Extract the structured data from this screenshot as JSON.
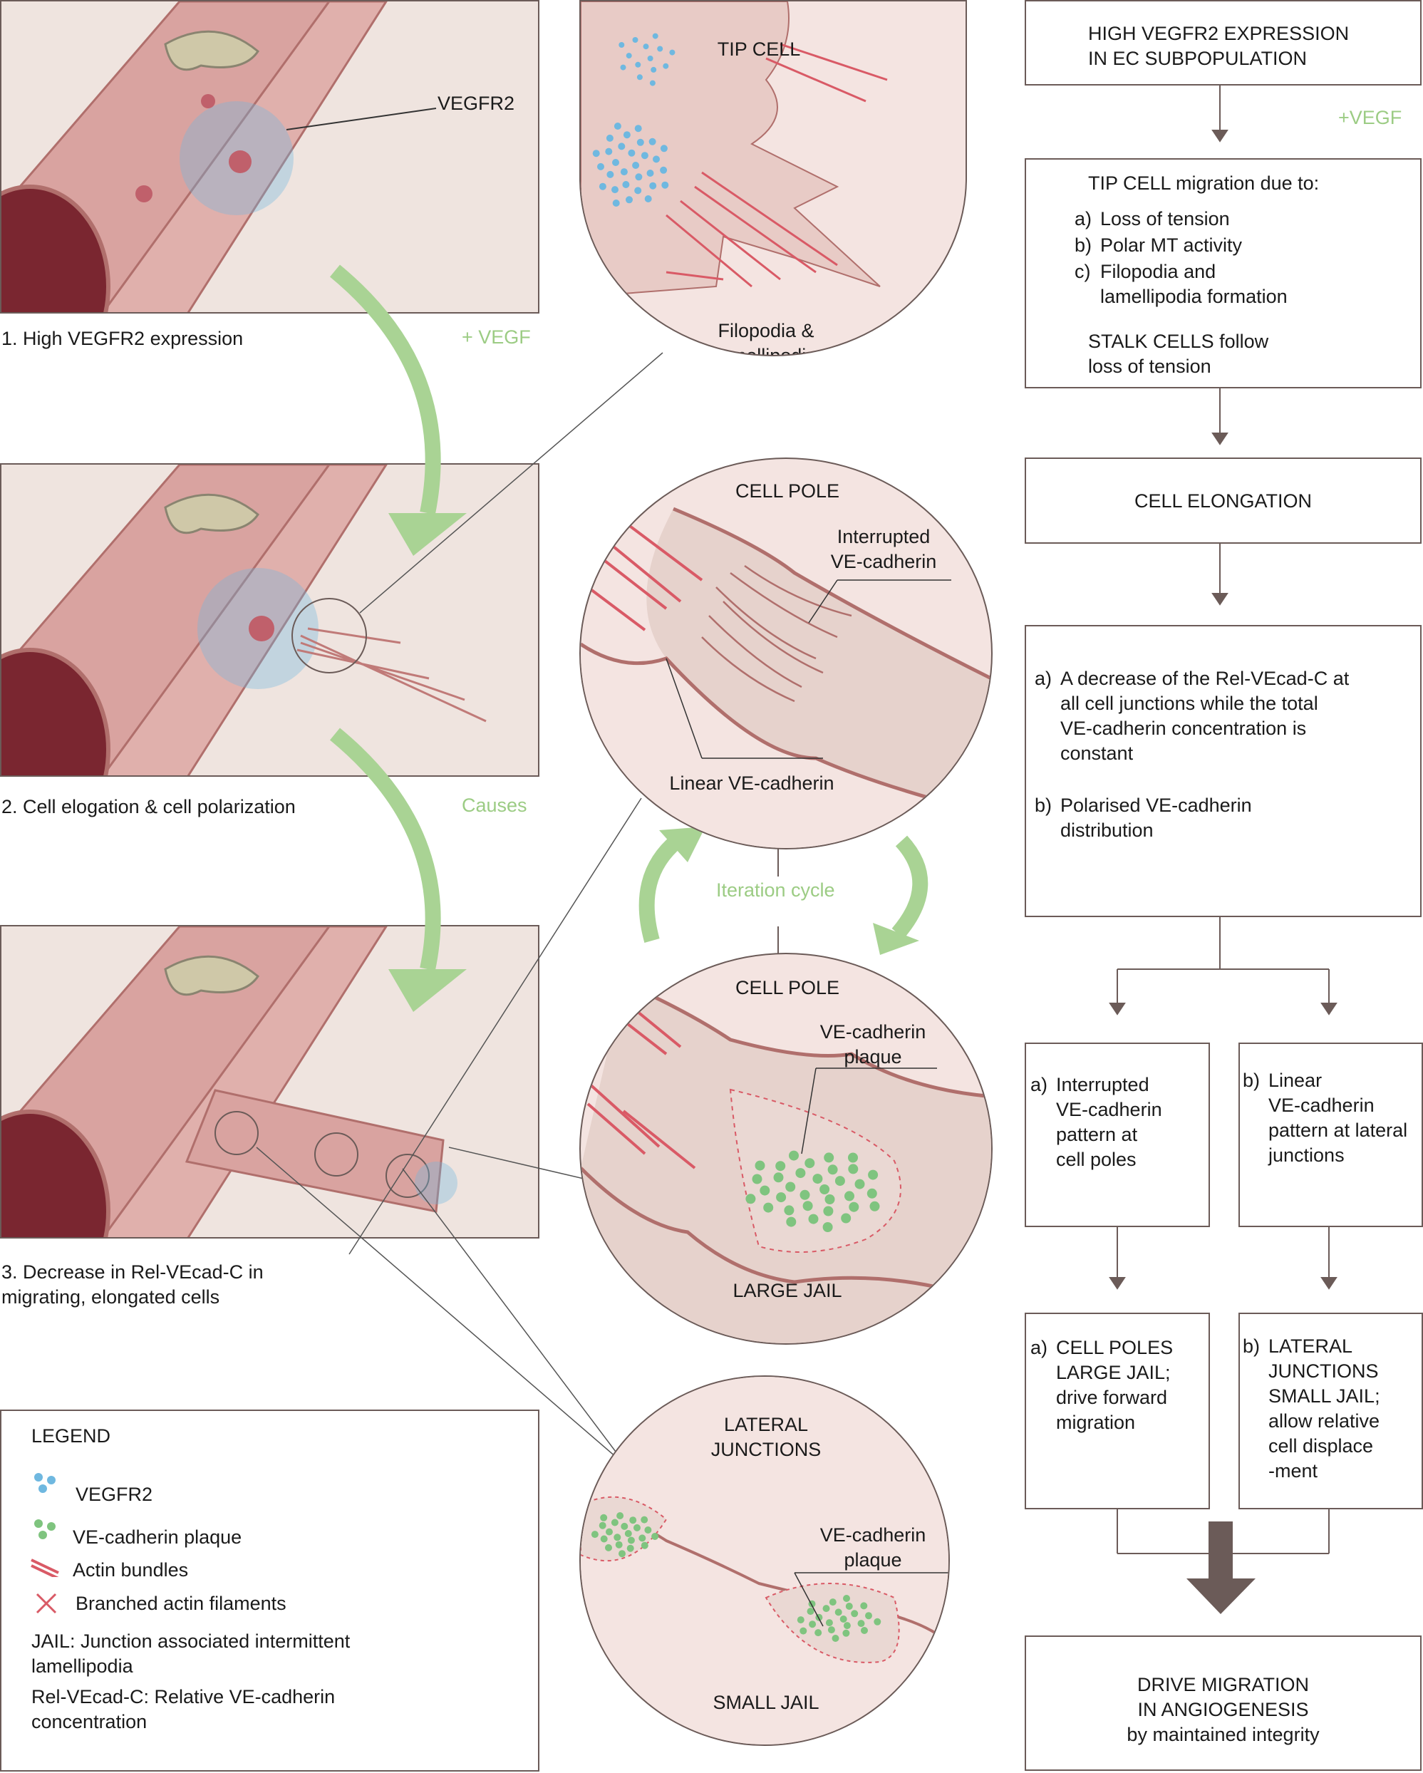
{
  "colors": {
    "vessel": "#d9a3a0",
    "vessel_dark": "#b06f6c",
    "panel_bg": "#efe4df",
    "vegfr2": "#6fb8e0",
    "plaque": "#7fc47f",
    "actin": "#d95a66",
    "arrow_green": "#a9d394",
    "flow_arrow": "#6b5b58",
    "pericyte": "#cfc8a8"
  },
  "left": {
    "panel1_caption": "1. High VEGFR2 expression",
    "panel1_label": "VEGFR2",
    "panel2_caption": "2. Cell elogation & cell polarization",
    "panel3_caption": "3. Decrease in Rel-VEcad-C in\n   migrating, elongated cells",
    "arrow1_label": "+ VEGF",
    "arrow2_label": "Causes"
  },
  "circles": {
    "tip": {
      "title": "TIP CELL",
      "caption": "Filopodia &\nlamellipodia"
    },
    "pole1": {
      "title": "CELL POLE",
      "label_interrupted": "Interrupted\nVE-cadherin",
      "label_linear": "Linear VE-cadherin"
    },
    "iteration": "Iteration cycle",
    "pole2": {
      "title": "CELL POLE",
      "label_plaque": "VE-cadherin\nplaque",
      "caption": "LARGE JAIL"
    },
    "lateral": {
      "title": "LATERAL\nJUNCTIONS",
      "label_plaque": "VE-cadherin\nplaque",
      "caption": "SMALL JAIL"
    }
  },
  "legend": {
    "title": "LEGEND",
    "items": [
      {
        "icon": "vegfr2-dots-icon",
        "label": "VEGFR2"
      },
      {
        "icon": "plaque-dots-icon",
        "label": "VE-cadherin plaque"
      },
      {
        "icon": "actin-bundle-icon",
        "label": "Actin bundles"
      },
      {
        "icon": "branched-actin-icon",
        "label": "Branched actin filaments"
      }
    ],
    "jail": "JAIL: Junction associated intermittent\nlamellipodia",
    "relvecad": "Rel-VEcad-C: Relative VE-cadherin\nconcentration"
  },
  "flow": {
    "box1": "HIGH VEGFR2 EXPRESSION\nIN EC SUBPOPULATION",
    "vegf": "+VEGF",
    "box2": {
      "title": "TIP CELL migration due to:",
      "items": [
        {
          "k": "a)",
          "t": "Loss of tension"
        },
        {
          "k": "b)",
          "t": "Polar MT activity"
        },
        {
          "k": "c)",
          "t": "Filopodia and\nlamellipodia formation"
        }
      ],
      "footer": "STALK CELLS follow\nloss of tension"
    },
    "box3": "CELL ELONGATION",
    "box4": {
      "items": [
        {
          "k": "a)",
          "t": "A decrease of the Rel-VEcad-C at\nall cell junctions while the total\nVE-cadherin concentration is\nconstant"
        },
        {
          "k": "b)",
          "t": "Polarised VE-cadherin\ndistribution"
        }
      ]
    },
    "box5a": {
      "k": "a)",
      "t": "Interrupted\nVE-cadherin\npattern at\ncell poles"
    },
    "box5b": {
      "k": "b)",
      "t": "Linear\nVE-cadherin\npattern at lateral\njunctions"
    },
    "box6a": {
      "k": "a)",
      "t": "CELL POLES\nLARGE JAIL;\ndrive forward\nmigration"
    },
    "box6b": {
      "k": "b)",
      "t": "LATERAL\nJUNCTIONS\nSMALL JAIL;\nallow relative\ncell displace\n-ment"
    },
    "box7": "DRIVE MIGRATION\nIN ANGIOGENESIS\nby maintained integrity"
  }
}
